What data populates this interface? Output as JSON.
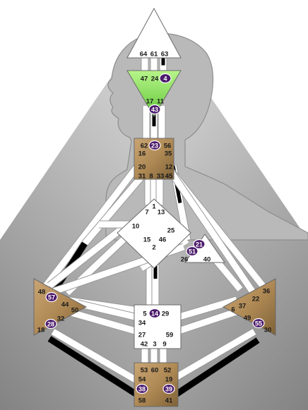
{
  "colors": {
    "background_top": "#ffffff",
    "background_bottom": "#8a8a8a",
    "silhouette": "#bdbdbd",
    "channel_white": "#ffffff",
    "channel_black": "#000000",
    "center_defined": "#b08a55",
    "center_ajna": "#8fe05a",
    "center_open": "#ffffff",
    "activation_badge": "#4b1a6b"
  },
  "centers": [
    {
      "id": "head",
      "defined": false,
      "gates": [
        "64",
        "61",
        "63"
      ]
    },
    {
      "id": "ajna",
      "defined": true,
      "gates": [
        "47",
        "24",
        "4",
        "17",
        "11",
        "43"
      ]
    },
    {
      "id": "throat",
      "defined": true,
      "gates": [
        "62",
        "23",
        "56",
        "16",
        "35",
        "20",
        "12",
        "31",
        "8",
        "33",
        "45"
      ]
    },
    {
      "id": "g",
      "defined": false,
      "gates": [
        "1",
        "7",
        "13",
        "10",
        "25",
        "15",
        "46",
        "2"
      ]
    },
    {
      "id": "ego",
      "defined": false,
      "gates": [
        "21",
        "51",
        "26",
        "40"
      ]
    },
    {
      "id": "spleen",
      "defined": true,
      "gates": [
        "48",
        "57",
        "44",
        "50",
        "32",
        "28",
        "18"
      ]
    },
    {
      "id": "sacral",
      "defined": false,
      "gates": [
        "5",
        "14",
        "29",
        "34",
        "27",
        "59",
        "42",
        "3",
        "9"
      ]
    },
    {
      "id": "solar-plexus",
      "defined": true,
      "gates": [
        "36",
        "6",
        "37",
        "22",
        "49",
        "55",
        "30"
      ]
    },
    {
      "id": "root",
      "defined": true,
      "gates": [
        "53",
        "60",
        "52",
        "54",
        "19",
        "38",
        "39",
        "58",
        "41"
      ]
    }
  ],
  "activated_gates": [
    "4",
    "43",
    "23",
    "51",
    "21",
    "57",
    "28",
    "14",
    "55",
    "38",
    "39"
  ]
}
